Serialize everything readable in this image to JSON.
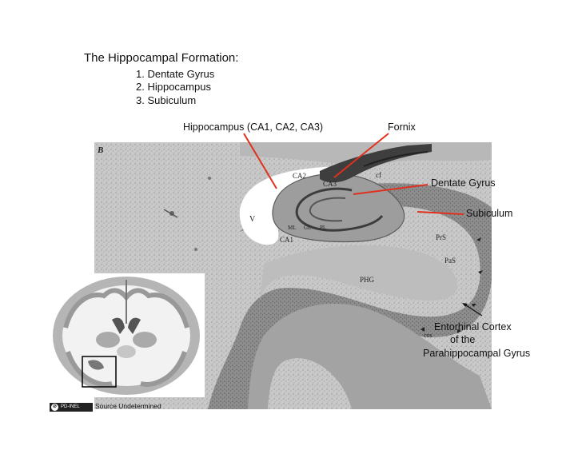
{
  "heading": {
    "title": "The Hippocampal Formation:",
    "items": [
      "1. Dentate Gyrus",
      "2. Hippocampus",
      "3. Subiculum"
    ]
  },
  "labels": {
    "hippocampus": "Hippocampus  (CA1, CA2, CA3)",
    "fornix": "Fornix",
    "dentate_gyrus": "Dentate Gyrus",
    "subiculum": "Subiculum",
    "entorhinal_1": "Entorhinal Cortex",
    "entorhinal_2": "of the",
    "entorhinal_3": "Parahippocampal Gyrus"
  },
  "micrograph_labels": {
    "panel": "B",
    "ca2": "CA2",
    "ca3": "CA3",
    "ca1": "CA1",
    "ventricle": "V",
    "ml": "ML",
    "gl": "GL",
    "pl": "PL",
    "cf": "cf",
    "prs": "PrS",
    "pas": "PaS",
    "phg": "PHG",
    "cos": "cos"
  },
  "footer": {
    "badge": "PD-INEL",
    "badge_glyph": "⊘",
    "source": "Source Undetermined"
  },
  "colors": {
    "annotation_line": "#e0301e",
    "tissue_light": "#cfcfcf",
    "tissue_dark": "#8a8a8a",
    "gray_matter": "#b0b0b0"
  }
}
